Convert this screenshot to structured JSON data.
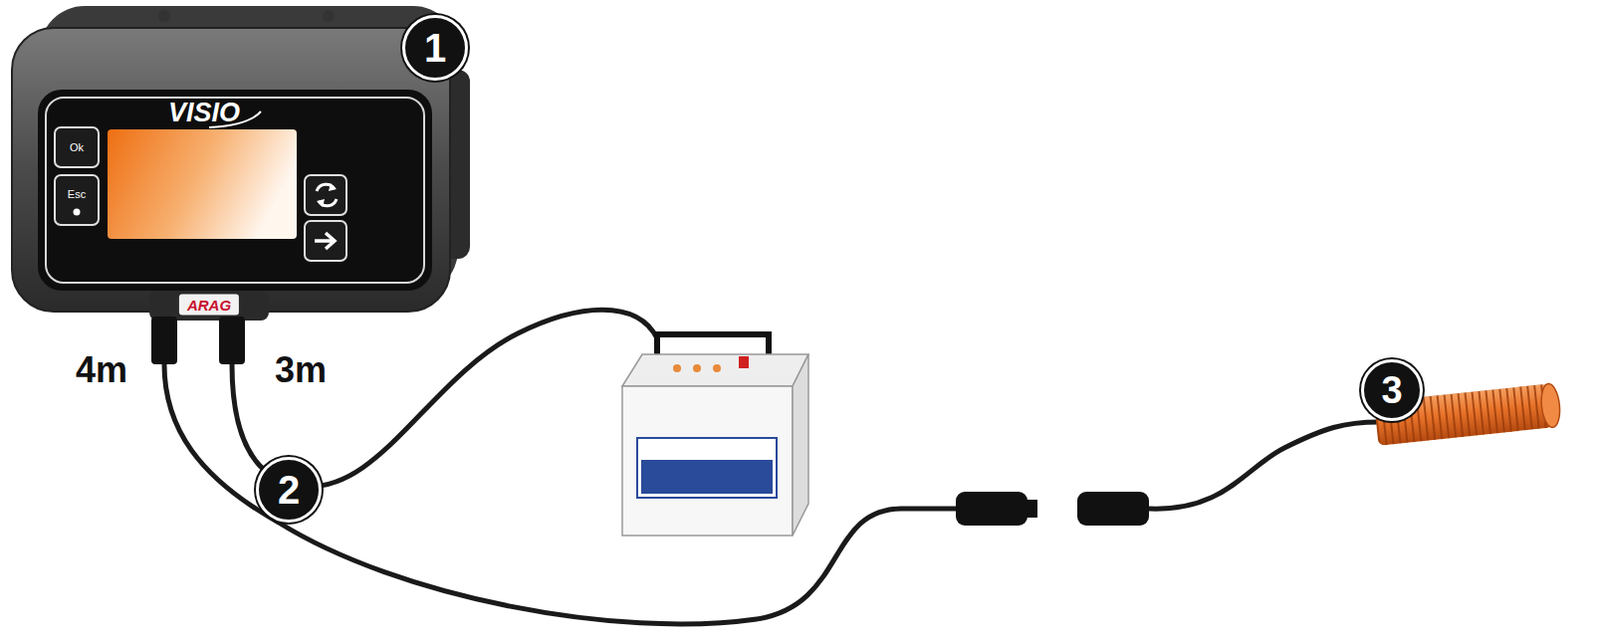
{
  "diagram": {
    "nodes": [
      {
        "text": [
          "1"
        ]
      },
      {
        "text": [
          "2"
        ]
      },
      {
        "text": [
          "3"
        ]
      }
    ],
    "labels": [
      "VISIO",
      "Ok",
      "Esc",
      "ARAG",
      "4m",
      "3m"
    ]
  }
}
